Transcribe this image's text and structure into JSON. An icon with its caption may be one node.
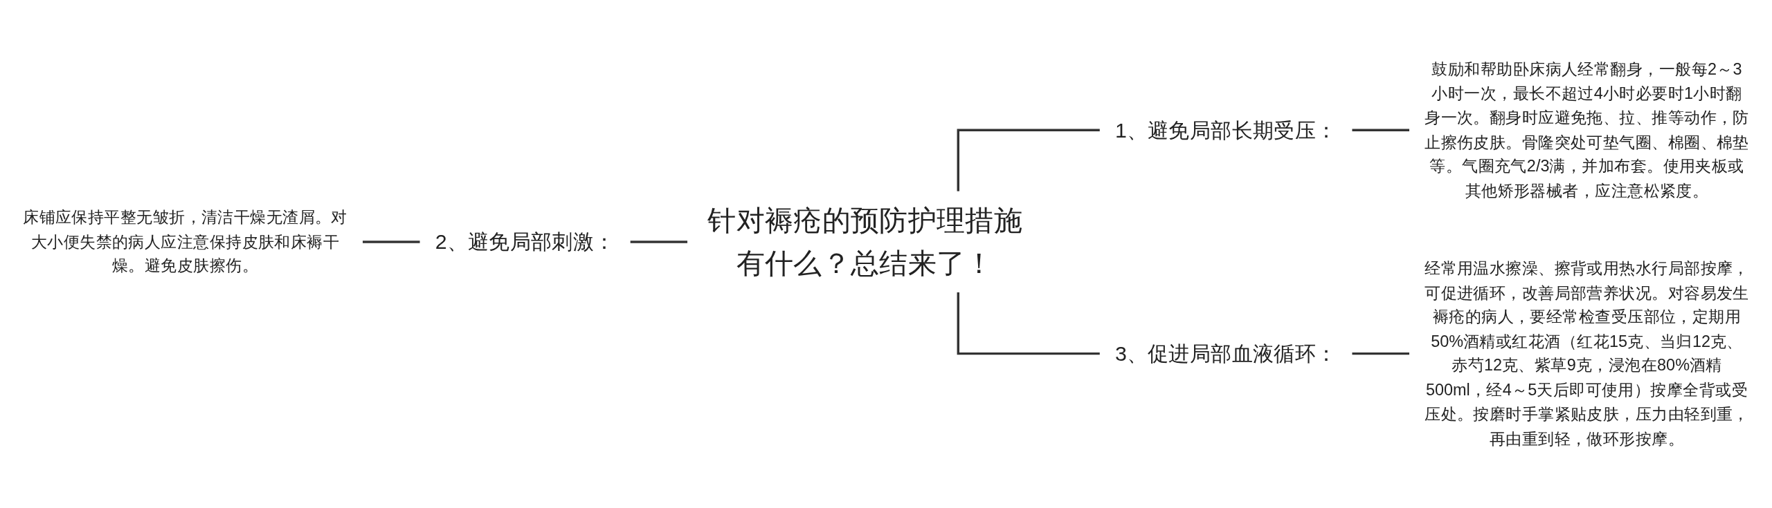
{
  "diagram": {
    "nodes": [
      {
        "text": [
          "针对褥疮的预防护理措施有什么？总结来了！"
        ]
      },
      {
        "text": [
          "2、避免局部刺激："
        ]
      },
      {
        "text": [
          "床铺应保持平整无皱折，清洁干燥无渣屑。对大小便失禁的病人应注意保持皮肤和床褥干燥。避免皮肤擦伤。"
        ]
      },
      {
        "text": [
          "1、避免局部长期受压："
        ]
      },
      {
        "text": [
          "鼓励和帮助卧床病人经常翻身，一般每2～3小时一次，最长不超过4小时必要时1小时翻身一次。翻身时应避免拖、拉、推等动作，防止擦伤皮肤。骨隆突处可垫气圈、棉圈、棉垫等。气圈充气2/3满，并加布套。使用夹板或其他矫形器械者，应注意松紧度。"
        ]
      },
      {
        "text": [
          "3、促进局部血液循环："
        ]
      },
      {
        "text": [
          "经常用温水擦澡、擦背或用热水行局部按摩，可促进循环，改善局部营养状况。对容易发生褥疮的病人，要经常检查受压部位，定期用50%酒精或红花酒（红花15克、当归12克、赤芍12克、紫草9克，浸泡在80%酒精500ml，经4～5天后即可使用）按摩全背或受压处。按磨时手掌紧贴皮肤，压力由轻到重，再由重到轻，做环形按摩。"
        ]
      }
    ],
    "edges": [
      {
        "from": 2,
        "to": 1,
        "arrow": "none"
      },
      {
        "from": 1,
        "to": 0,
        "arrow": "none"
      },
      {
        "from": 0,
        "to": 3,
        "arrow": "none"
      },
      {
        "from": 3,
        "to": 4,
        "arrow": "none"
      },
      {
        "from": 0,
        "to": 5,
        "arrow": "none"
      },
      {
        "from": 5,
        "to": 6,
        "arrow": "none"
      }
    ]
  }
}
